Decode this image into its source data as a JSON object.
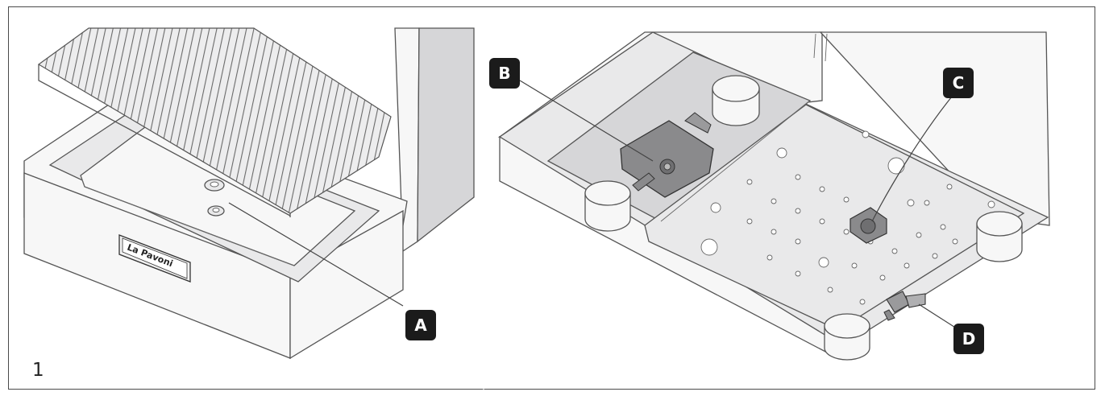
{
  "figure_number": "1",
  "brand_plate_text": "La Pavoni",
  "callouts": {
    "A": "A",
    "B": "B",
    "C": "C",
    "D": "D"
  },
  "colors": {
    "callout_background": "#1b1b1b",
    "callout_text": "#ffffff",
    "line_art": "#555555",
    "metal_surface": "#e9e9ea",
    "valve_gray": "#8a8a8c"
  }
}
